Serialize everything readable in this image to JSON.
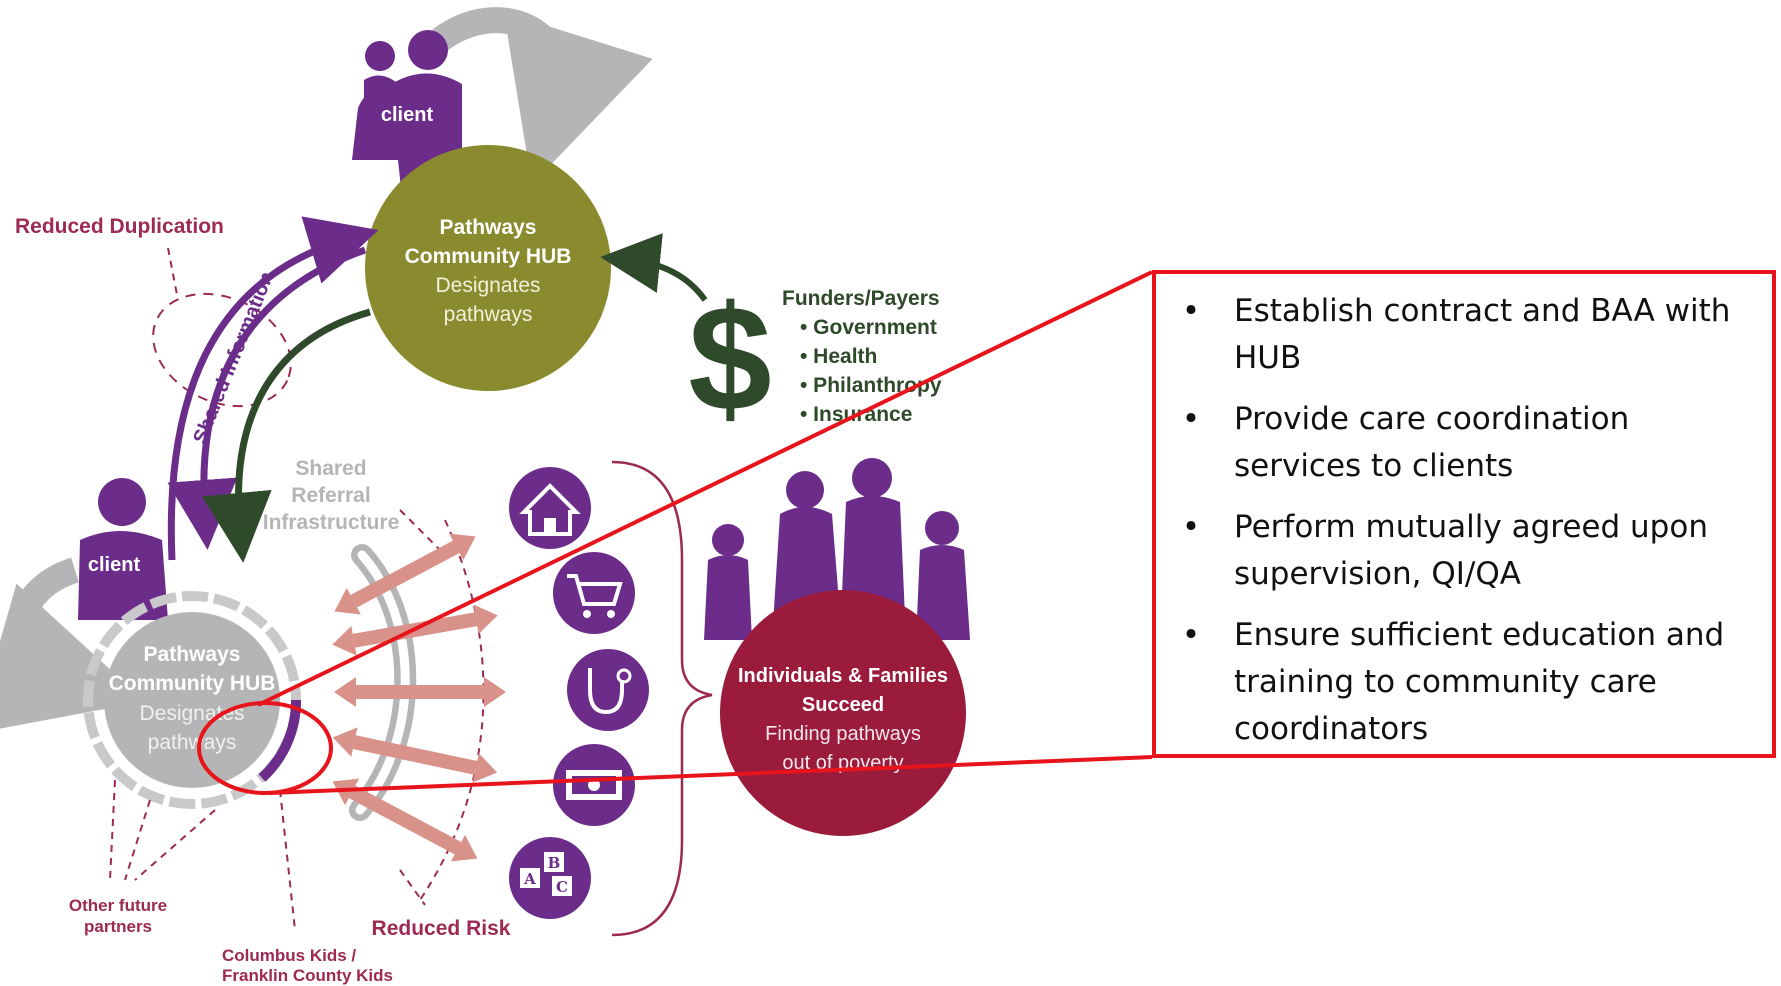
{
  "top_client": {
    "label": "client"
  },
  "top_hub": {
    "line1": "Pathways",
    "line2": "Community HUB",
    "line3": "Designates",
    "line4": "pathways"
  },
  "funders": {
    "title": "Funders/Payers",
    "items": [
      "• Government",
      "• Health",
      "• Philanthropy",
      "• Insurance"
    ]
  },
  "left_client": {
    "label": "client"
  },
  "left_hub": {
    "line1": "Pathways",
    "line2": "Community HUB",
    "line3": "Designates",
    "line4": "pathways"
  },
  "shared_information": "Shared Information",
  "reduced_duplication": "Reduced Duplication",
  "shared_referral": {
    "line1": "Shared",
    "line2": "Referral",
    "line3": "Infrastructure"
  },
  "other_partners": {
    "line1": "Other future",
    "line2": "partners"
  },
  "columbus": {
    "line1": "Columbus Kids /",
    "line2": "Franklin County Kids"
  },
  "reduced_risk": "Reduced Risk",
  "outcome": {
    "line1": "Individuals & Families",
    "line2": "Succeed",
    "line3": "Finding pathways",
    "line4": "out of poverty"
  },
  "service_icons": [
    "house-icon",
    "shopping-cart-icon",
    "stethoscope-icon",
    "money-icon",
    "abc-blocks-icon"
  ],
  "callout": {
    "bullet": "•",
    "items": [
      "Establish contract and BAA with HUB",
      "Provide care coordination services to clients",
      "Perform mutually agreed upon supervision,  QI/QA",
      "Ensure sufficient education and training to community care coordinators"
    ]
  },
  "colors": {
    "purple": "#6b2c8a",
    "olive": "#8a8a2e",
    "dark_green": "#2f4a2a",
    "maroon": "#9a1b3c",
    "label_maroon": "#9c2a52",
    "gray": "#b5b5b8",
    "salmon": "#d9928a",
    "red": "#e8141b"
  }
}
